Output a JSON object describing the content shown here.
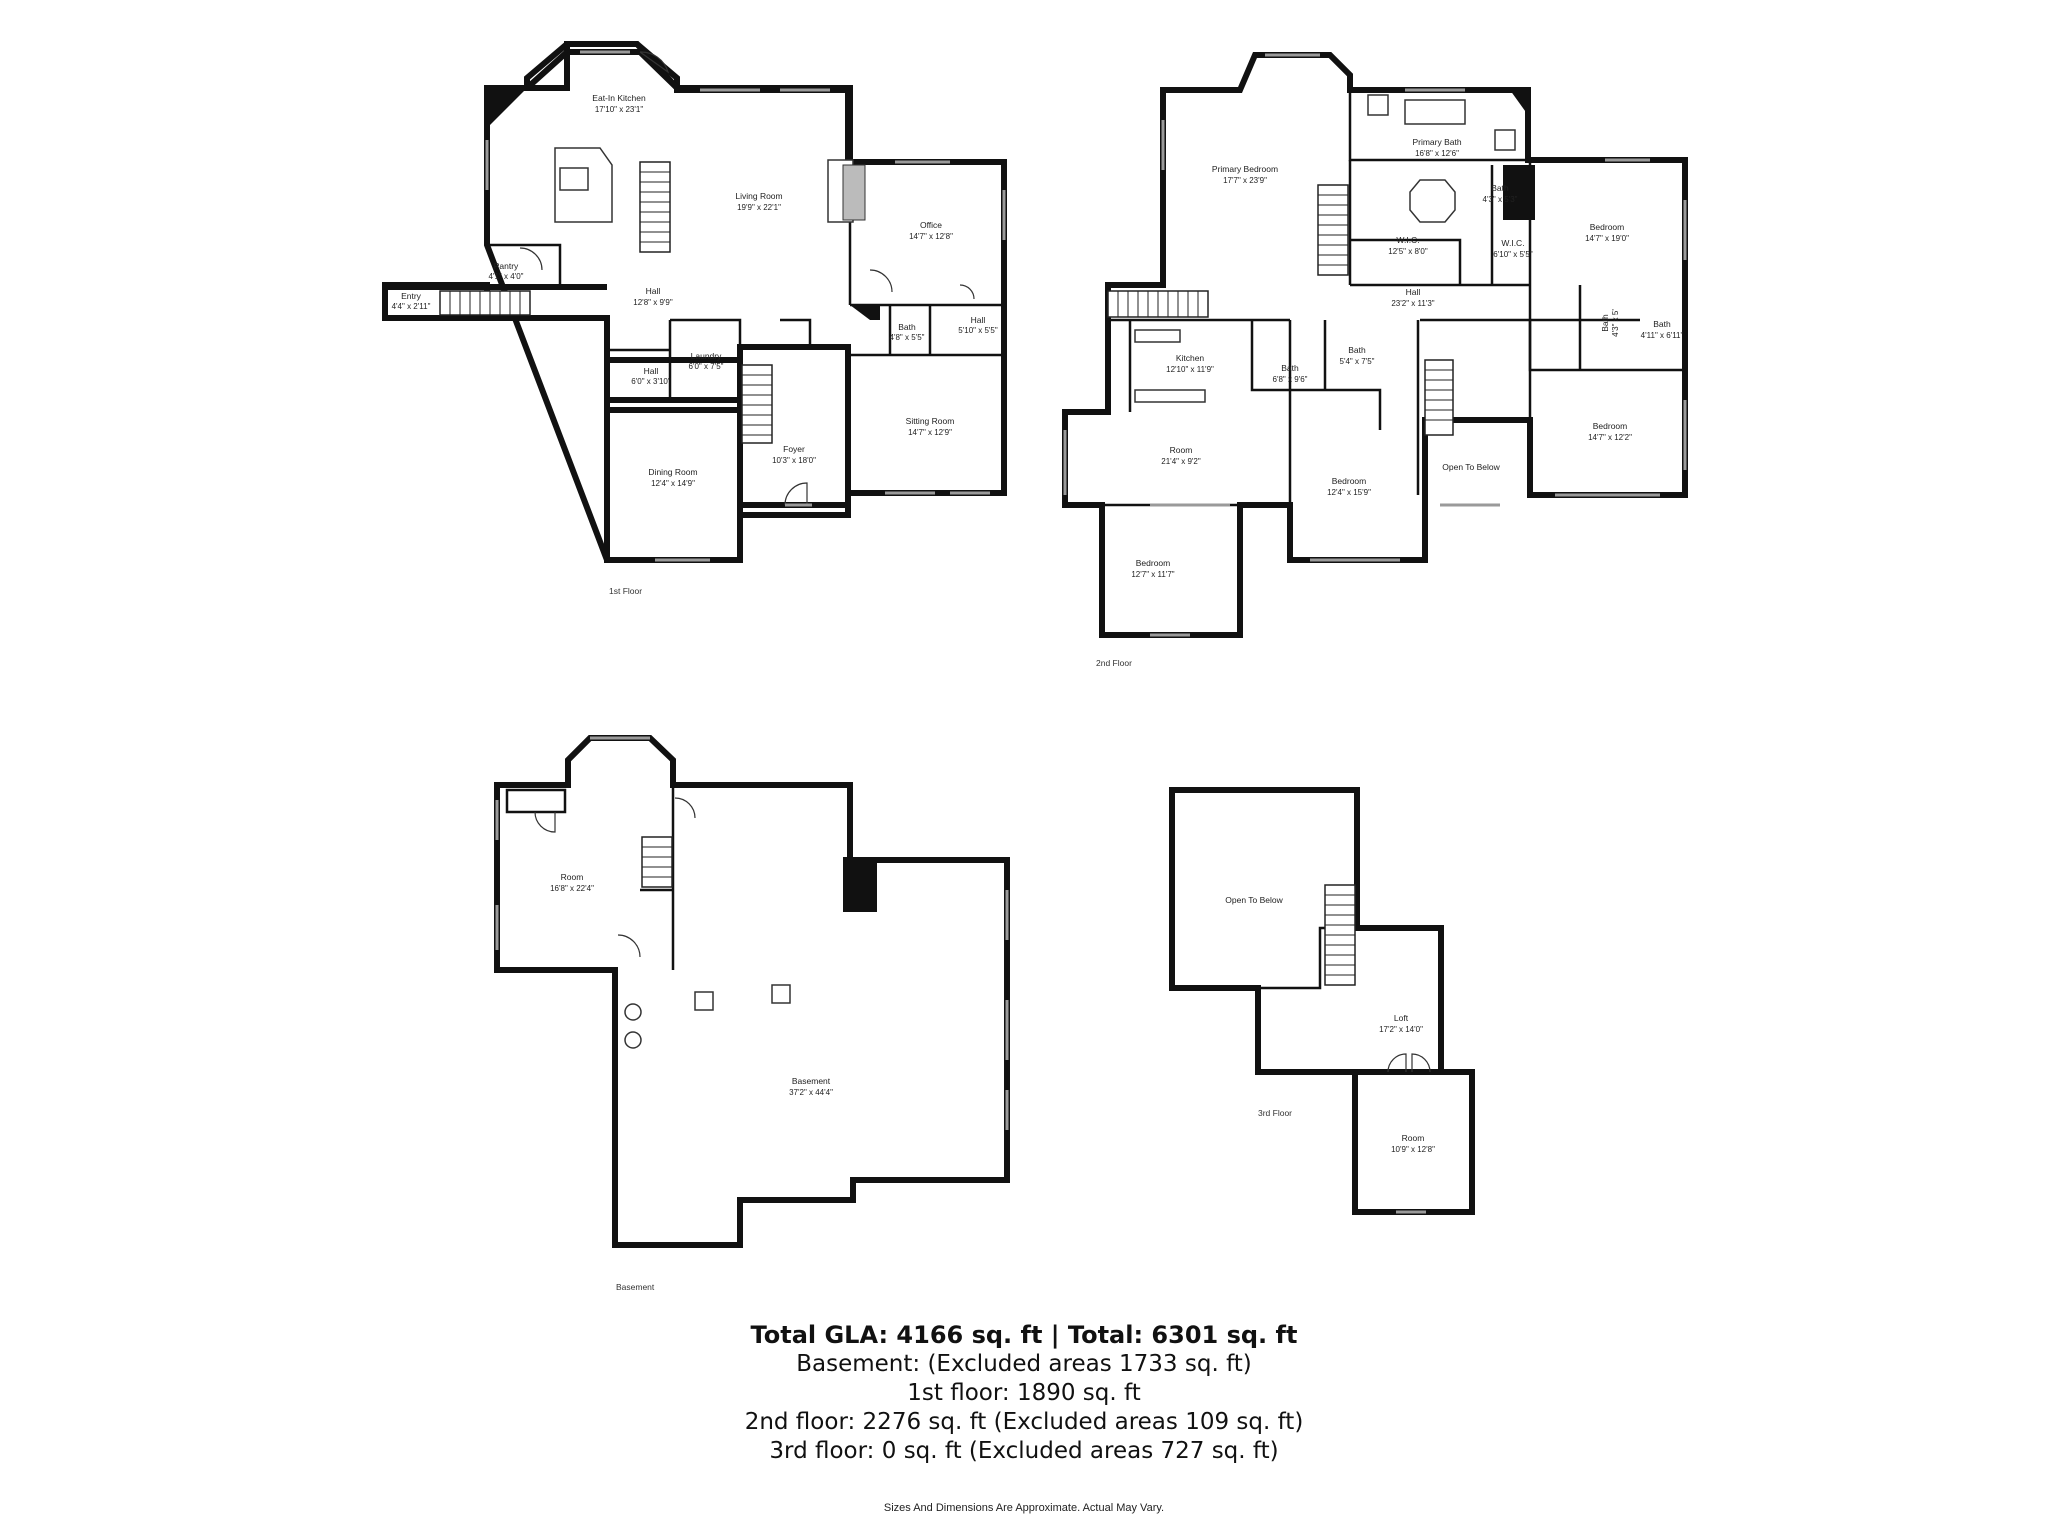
{
  "floors": [
    {
      "label": "1st Floor",
      "rooms": [
        {
          "id": "eat-in-kitchen",
          "name": "Eat-In Kitchen",
          "dims": "17'10\" x 23'1\""
        },
        {
          "id": "living-room",
          "name": "Living Room",
          "dims": "19'9\" x 22'1\""
        },
        {
          "id": "office",
          "name": "Office",
          "dims": "14'7\" x 12'8\""
        },
        {
          "id": "pantry",
          "name": "Pantry",
          "dims": "4'1\" x 4'0\""
        },
        {
          "id": "entry",
          "name": "Entry",
          "dims": "4'4\" x 2'11\""
        },
        {
          "id": "hall-1",
          "name": "Hall",
          "dims": "12'8\" x 9'9\""
        },
        {
          "id": "bath-1",
          "name": "Bath",
          "dims": "4'8\" x 5'5\""
        },
        {
          "id": "hall-2",
          "name": "Hall",
          "dims": "5'10\" x 5'5\""
        },
        {
          "id": "laundry",
          "name": "Laundry",
          "dims": "6'0\" x 7'5\""
        },
        {
          "id": "hall-3",
          "name": "Hall",
          "dims": "6'0\" x 3'10\""
        },
        {
          "id": "foyer",
          "name": "Foyer",
          "dims": "10'3\" x 18'0\""
        },
        {
          "id": "sitting-room",
          "name": "Sitting Room",
          "dims": "14'7\" x 12'9\""
        },
        {
          "id": "dining-room",
          "name": "Dining Room",
          "dims": "12'4\" x 14'9\""
        }
      ]
    },
    {
      "label": "2nd Floor",
      "rooms": [
        {
          "id": "primary-bedroom",
          "name": "Primary Bedroom",
          "dims": "17'7\" x 23'9\""
        },
        {
          "id": "primary-bath",
          "name": "Primary Bath",
          "dims": "16'8\" x 12'6\""
        },
        {
          "id": "bath-p",
          "name": "Bath",
          "dims": "4'3\" x 5'3\""
        },
        {
          "id": "wic-1",
          "name": "W.I.C.",
          "dims": "12'5\" x 8'0\""
        },
        {
          "id": "wic-2",
          "name": "W.I.C.",
          "dims": "6'10\" x 5'5\""
        },
        {
          "id": "bedroom-ne",
          "name": "Bedroom",
          "dims": "14'7\" x 19'0\""
        },
        {
          "id": "hall-up",
          "name": "Hall",
          "dims": "23'2\" x 11'3\""
        },
        {
          "id": "kitchen-up",
          "name": "Kitchen",
          "dims": "12'10\" x 11'9\""
        },
        {
          "id": "bath-a",
          "name": "Bath",
          "dims": "6'8\" x 9'6\""
        },
        {
          "id": "bath-b",
          "name": "Bath",
          "dims": "5'4\" x 7'5\""
        },
        {
          "id": "bath-c",
          "name": "Bath",
          "dims": "4'11\" x 6'11\""
        },
        {
          "id": "bath-d",
          "name": "Bath",
          "dims": "4'3\" x 5'"
        },
        {
          "id": "room-up",
          "name": "Room",
          "dims": "21'4\" x 9'2\""
        },
        {
          "id": "bedroom-mid",
          "name": "Bedroom",
          "dims": "12'4\" x 15'9\""
        },
        {
          "id": "open-below-2",
          "name": "Open To Below",
          "dims": ""
        },
        {
          "id": "bedroom-e",
          "name": "Bedroom",
          "dims": "14'7\" x 12'2\""
        },
        {
          "id": "bedroom-sw",
          "name": "Bedroom",
          "dims": "12'7\" x 11'7\""
        }
      ]
    },
    {
      "label": "Basement",
      "rooms": [
        {
          "id": "room-b",
          "name": "Room",
          "dims": "16'8\" x 22'4\""
        },
        {
          "id": "basement",
          "name": "Basement",
          "dims": "37'2\" x 44'4\""
        }
      ]
    },
    {
      "label": "3rd Floor",
      "rooms": [
        {
          "id": "open-below-3",
          "name": "Open To Below",
          "dims": ""
        },
        {
          "id": "loft",
          "name": "Loft",
          "dims": "17'2\" x 14'0\""
        },
        {
          "id": "room-3",
          "name": "Room",
          "dims": "10'9\" x 12'8\""
        }
      ]
    }
  ],
  "summary": {
    "total": "Total GLA: 4166 sq. ft | Total: 6301 sq. ft",
    "basement": "Basement: (Excluded areas 1733 sq. ft)",
    "first": "1st floor: 1890 sq. ft",
    "second": "2nd floor: 2276 sq. ft (Excluded areas 109 sq. ft)",
    "third": "3rd floor: 0 sq. ft (Excluded areas 727 sq. ft)"
  },
  "disclaimer": "Sizes And Dimensions Are Approximate. Actual May Vary."
}
